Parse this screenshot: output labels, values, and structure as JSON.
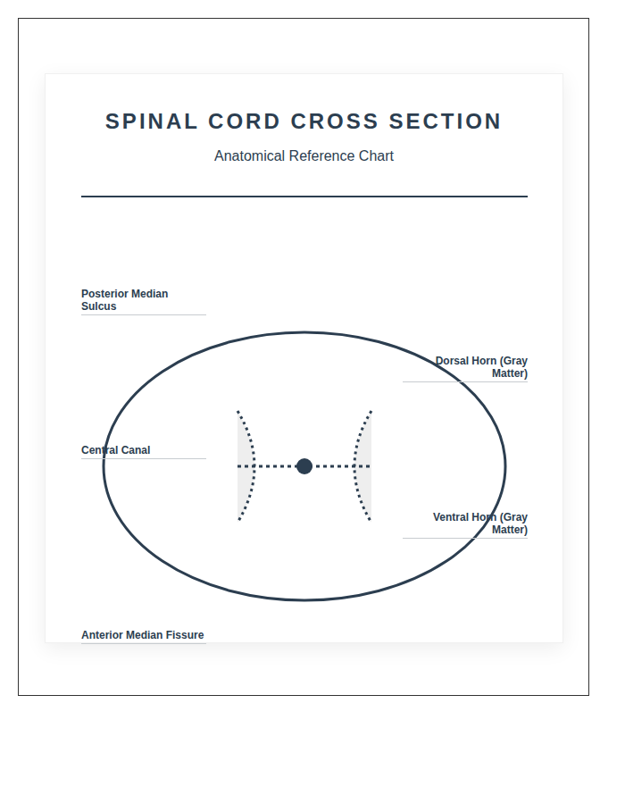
{
  "diagram": {
    "title": "SPINAL CORD CROSS SECTION",
    "labels": [
      "Anatomical Reference Chart",
      "Posterior Median Sulcus",
      "Dorsal Horn (Gray Matter)",
      "Central Canal",
      "Ventral Horn (Gray Matter)",
      "Anterior Median Fissure"
    ]
  }
}
